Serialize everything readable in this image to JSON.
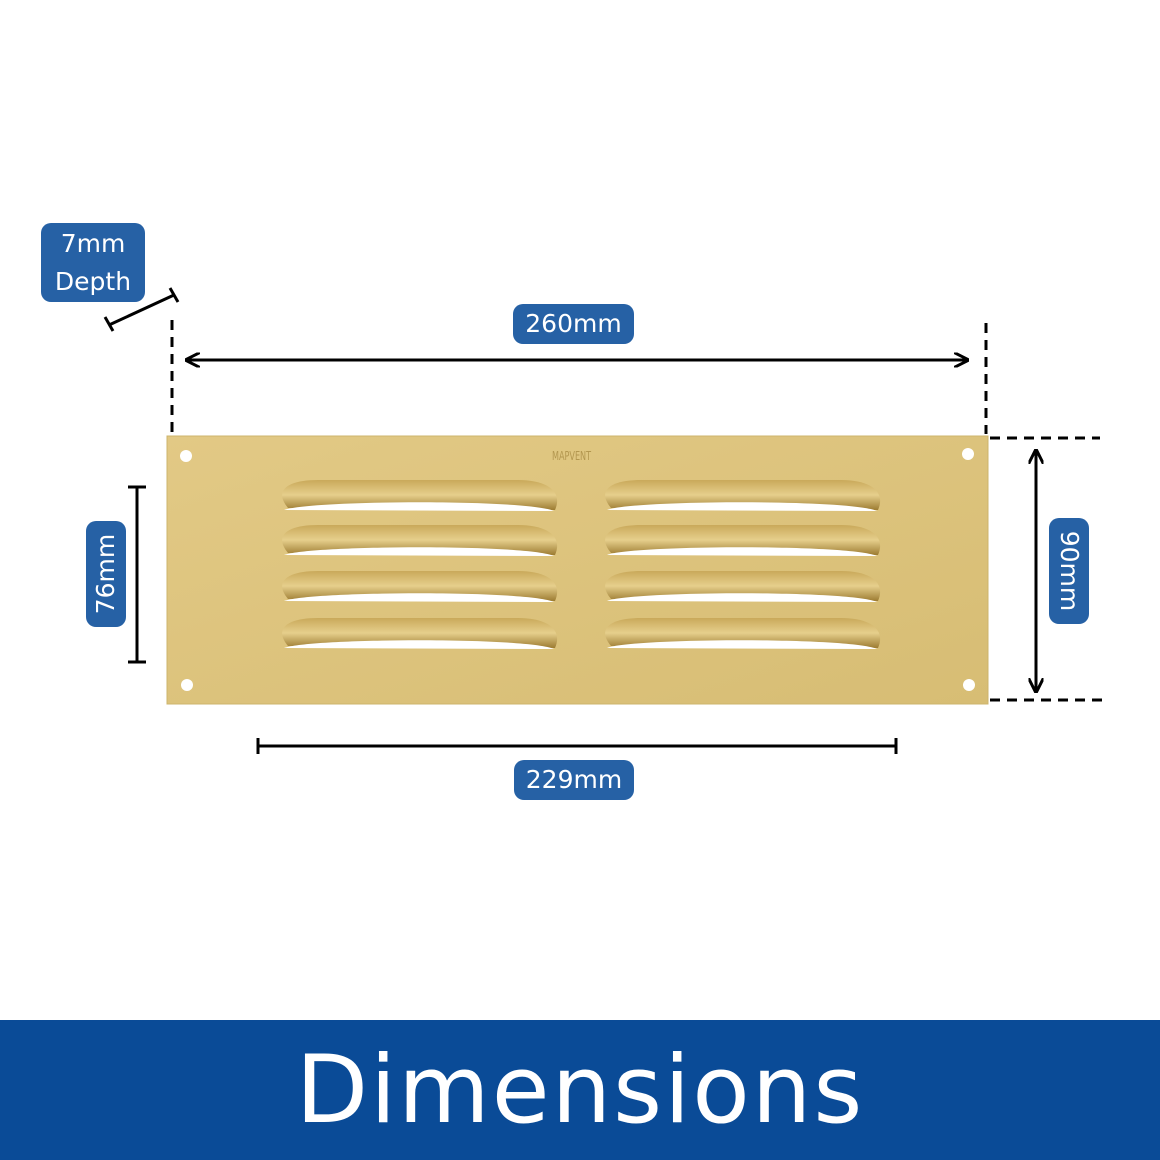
{
  "product": {
    "brand_mark": "MAPVENT"
  },
  "dimensions": {
    "depth_value": "7mm",
    "depth_label": "Depth",
    "overall_width": "260mm",
    "overall_height": "90mm",
    "louver_height": "76mm",
    "louver_width": "229mm"
  },
  "banner": {
    "title": "Dimensions"
  },
  "colors": {
    "label_bg": "#2661a5",
    "banner_bg": "#0a4b97",
    "vent_gold": "#dcc37b"
  }
}
